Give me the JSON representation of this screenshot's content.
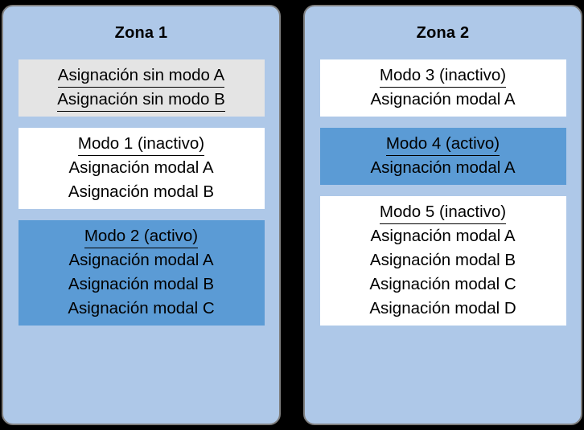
{
  "zones": [
    {
      "title": "Zona 1",
      "boxes": [
        {
          "style": "nomode",
          "header": null,
          "lines_underlined": true,
          "lines": [
            "Asignación sin modo A",
            "Asignación sin modo B"
          ]
        },
        {
          "style": "inactive",
          "header": "Modo 1 (inactivo)",
          "lines_underlined": false,
          "lines": [
            "Asignación modal A",
            "Asignación modal B"
          ]
        },
        {
          "style": "active",
          "header": "Modo 2 (activo)",
          "lines_underlined": false,
          "lines": [
            "Asignación modal A",
            "Asignación modal B",
            "Asignación modal C"
          ]
        }
      ]
    },
    {
      "title": "Zona 2",
      "boxes": [
        {
          "style": "inactive",
          "header": "Modo 3 (inactivo)",
          "lines_underlined": false,
          "lines": [
            "Asignación modal A"
          ]
        },
        {
          "style": "active",
          "header": "Modo 4 (activo)",
          "lines_underlined": false,
          "lines": [
            "Asignación modal A"
          ]
        },
        {
          "style": "inactive",
          "header": "Modo 5 (inactivo)",
          "lines_underlined": false,
          "lines": [
            "Asignación modal A",
            "Asignación modal B",
            "Asignación modal C",
            "Asignación modal D"
          ]
        }
      ]
    }
  ],
  "colors": {
    "background": "#000000",
    "zone_fill": "#aec8e8",
    "zone_border": "#7f7f7f",
    "box_nomode": "#e4e4e4",
    "box_inactive": "#ffffff",
    "box_active": "#5b9bd5",
    "text": "#000000"
  }
}
